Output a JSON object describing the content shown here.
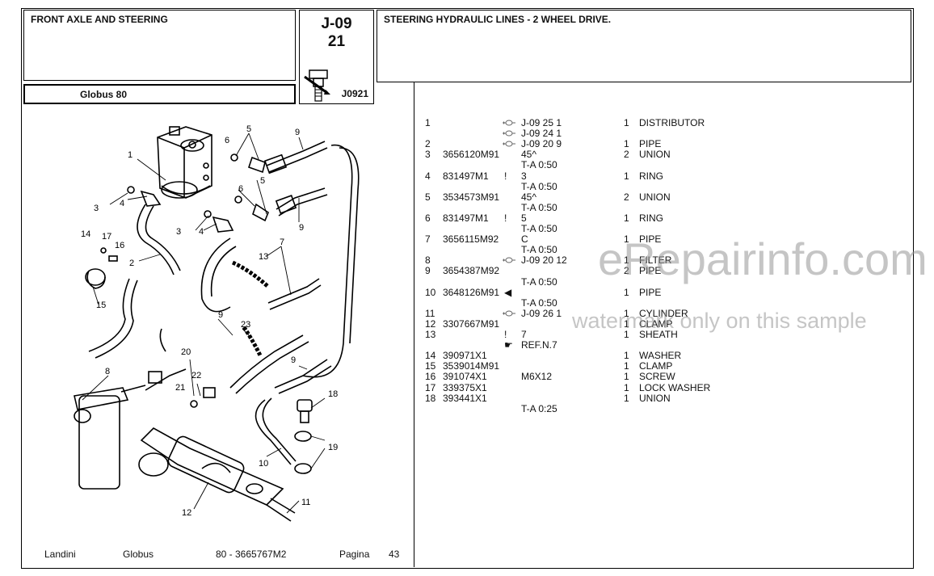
{
  "header": {
    "section_title": "FRONT AXLE AND STEERING",
    "model": "Globus 80",
    "group_code": "J-09",
    "group_sub": "21",
    "diagram_code": "J0921",
    "page_title": "STEERING HYDRAULIC LINES - 2 WHEEL DRIVE."
  },
  "parts": [
    {
      "ref": "1",
      "part_no": "",
      "mark": "",
      "xref_icon": true,
      "note": "J-09 25  1",
      "qty": "1",
      "desc": "DISTRIBUTOR"
    },
    {
      "ref": "",
      "part_no": "",
      "mark": "",
      "xref_icon": true,
      "note": "J-09 24 1",
      "qty": "",
      "desc": ""
    },
    {
      "ref": "2",
      "part_no": "",
      "mark": "",
      "xref_icon": true,
      "note": "J-09 20 9",
      "qty": "1",
      "desc": "PIPE"
    },
    {
      "ref": "3",
      "part_no": "3656120M91",
      "mark": "",
      "xref_icon": false,
      "note": "45^",
      "qty": "2",
      "desc": "UNION"
    },
    {
      "ref": "",
      "part_no": "",
      "mark": "",
      "xref_icon": false,
      "note": "T-A 0:50",
      "qty": "",
      "desc": ""
    },
    {
      "ref": "4",
      "part_no": "831497M1",
      "mark": "!",
      "xref_icon": false,
      "note": "3",
      "qty": "1",
      "desc": "RING"
    },
    {
      "ref": "",
      "part_no": "",
      "mark": "",
      "xref_icon": false,
      "note": "T-A 0:50",
      "qty": "",
      "desc": ""
    },
    {
      "ref": "5",
      "part_no": "3534573M91",
      "mark": "",
      "xref_icon": false,
      "note": "45^",
      "qty": "2",
      "desc": "UNION"
    },
    {
      "ref": "",
      "part_no": "",
      "mark": "",
      "xref_icon": false,
      "note": "T-A 0:50",
      "qty": "",
      "desc": ""
    },
    {
      "ref": "6",
      "part_no": "831497M1",
      "mark": "!",
      "xref_icon": false,
      "note": "5",
      "qty": "1",
      "desc": "RING"
    },
    {
      "ref": "",
      "part_no": "",
      "mark": "",
      "xref_icon": false,
      "note": "T-A 0:50",
      "qty": "",
      "desc": ""
    },
    {
      "ref": "7",
      "part_no": "3656115M92",
      "mark": "",
      "xref_icon": false,
      "note": "C",
      "qty": "1",
      "desc": "PIPE"
    },
    {
      "ref": "",
      "part_no": "",
      "mark": "",
      "xref_icon": false,
      "note": "T-A 0:50",
      "qty": "",
      "desc": ""
    },
    {
      "ref": "8",
      "part_no": "",
      "mark": "",
      "xref_icon": true,
      "note": "J-09 20 12",
      "qty": "1",
      "desc": "FILTER"
    },
    {
      "ref": "9",
      "part_no": "3654387M92",
      "mark": "",
      "xref_icon": false,
      "note": "",
      "qty": "2",
      "desc": "PIPE"
    },
    {
      "ref": "",
      "part_no": "",
      "mark": "",
      "xref_icon": false,
      "note": "T-A 0:50",
      "qty": "",
      "desc": ""
    },
    {
      "ref": "10",
      "part_no": "3648126M91",
      "mark": "◀",
      "xref_icon": false,
      "note": "",
      "qty": "1",
      "desc": "PIPE"
    },
    {
      "ref": "",
      "part_no": "",
      "mark": "",
      "xref_icon": false,
      "note": "T-A 0:50",
      "qty": "",
      "desc": ""
    },
    {
      "ref": "11",
      "part_no": "",
      "mark": "",
      "xref_icon": true,
      "note": "J-09 26 1",
      "qty": "1",
      "desc": "CYLINDER"
    },
    {
      "ref": "12",
      "part_no": "3307667M91",
      "mark": "",
      "xref_icon": false,
      "note": "",
      "qty": "1",
      "desc": "CLAMP"
    },
    {
      "ref": "13",
      "part_no": "",
      "mark": "!",
      "xref_icon": false,
      "note": "7",
      "qty": "1",
      "desc": "SHEATH"
    },
    {
      "ref": "",
      "part_no": "",
      "mark": "☛",
      "xref_icon": false,
      "note": "REF.N.7",
      "qty": "",
      "desc": ""
    },
    {
      "ref": "14",
      "part_no": "390971X1",
      "mark": "",
      "xref_icon": false,
      "note": "",
      "qty": "1",
      "desc": "WASHER"
    },
    {
      "ref": "15",
      "part_no": "3539014M91",
      "mark": "",
      "xref_icon": false,
      "note": "",
      "qty": "1",
      "desc": "CLAMP"
    },
    {
      "ref": "16",
      "part_no": "391074X1",
      "mark": "",
      "xref_icon": false,
      "note": "M6X12",
      "qty": "1",
      "desc": "SCREW"
    },
    {
      "ref": "17",
      "part_no": "339375X1",
      "mark": "",
      "xref_icon": false,
      "note": "",
      "qty": "1",
      "desc": "LOCK WASHER"
    },
    {
      "ref": "18",
      "part_no": "393441X1",
      "mark": "",
      "xref_icon": false,
      "note": "",
      "qty": "1",
      "desc": "UNION"
    },
    {
      "ref": "",
      "part_no": "",
      "mark": "",
      "xref_icon": false,
      "note": "T-A 0:25",
      "qty": "",
      "desc": ""
    }
  ],
  "diagram_labels": [
    "1",
    "2",
    "3",
    "4",
    "5",
    "6",
    "7",
    "8",
    "9",
    "10",
    "11",
    "12",
    "13",
    "14",
    "15",
    "16",
    "17",
    "18",
    "19",
    "20",
    "21",
    "22",
    "23"
  ],
  "footer": {
    "brand": "Landini",
    "series": "Globus",
    "doc": "80 - 3665767M2",
    "page_label": "Pagina",
    "page_no": "43"
  },
  "watermark": {
    "main": "eRepairinfo.com",
    "sub": "watermark only on this sample"
  }
}
